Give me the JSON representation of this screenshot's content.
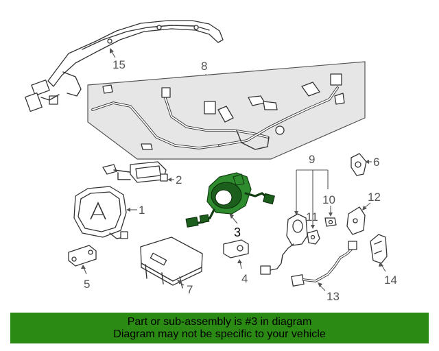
{
  "callouts": {
    "c1": "1",
    "c2": "2",
    "c3": "3",
    "c4": "4",
    "c5": "5",
    "c6": "6",
    "c7": "7",
    "c8": "8",
    "c9": "9",
    "c10": "10",
    "c11": "11",
    "c12": "12",
    "c13": "13",
    "c14": "14",
    "c15": "15"
  },
  "banner": {
    "line1": "Part or sub-assembly is #3 in diagram",
    "line2": "Diagram may not be specific to your vehicle"
  },
  "colors": {
    "highlight": "#2e8b2e",
    "banner": "#2a8a14",
    "panel": "#e6e6e6"
  }
}
